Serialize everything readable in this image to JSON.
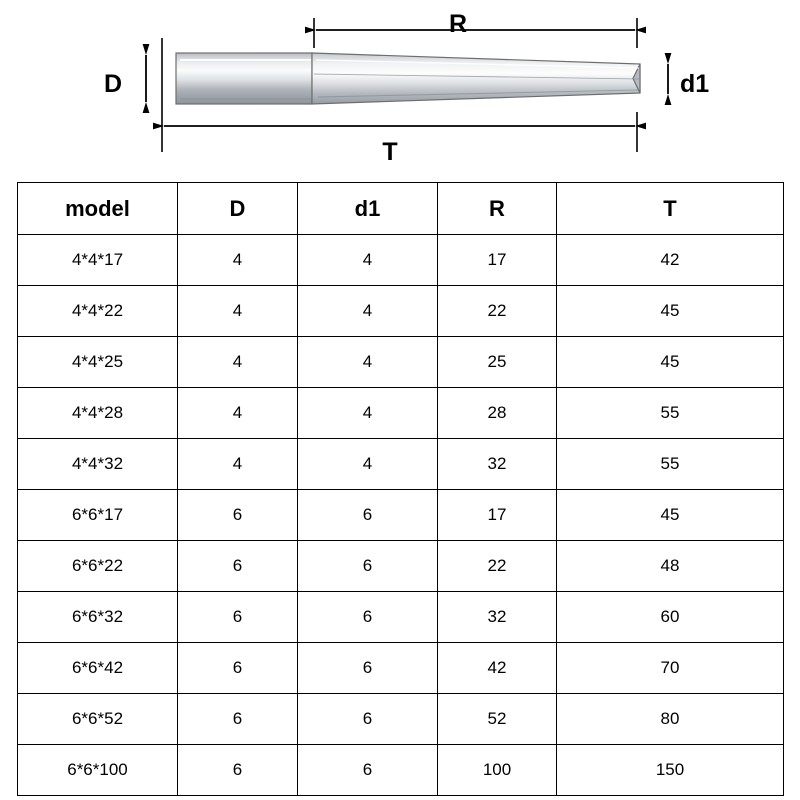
{
  "drawing": {
    "labels": {
      "R": "R",
      "T": "T",
      "D": "D",
      "d1": "d1"
    },
    "colors": {
      "outline": "#6e6e6e",
      "dimension_line": "#000000",
      "body_light": "#f2f3f5",
      "body_mid": "#c9ccd1",
      "body_dark": "#9aa0a6"
    }
  },
  "table": {
    "headers": [
      "model",
      "D",
      "d1",
      "R",
      "T"
    ],
    "rows": [
      [
        "4*4*17",
        "4",
        "4",
        "17",
        "42"
      ],
      [
        "4*4*22",
        "4",
        "4",
        "22",
        "45"
      ],
      [
        "4*4*25",
        "4",
        "4",
        "25",
        "45"
      ],
      [
        "4*4*28",
        "4",
        "4",
        "28",
        "55"
      ],
      [
        "4*4*32",
        "4",
        "4",
        "32",
        "55"
      ],
      [
        "6*6*17",
        "6",
        "6",
        "17",
        "45"
      ],
      [
        "6*6*22",
        "6",
        "6",
        "22",
        "48"
      ],
      [
        "6*6*32",
        "6",
        "6",
        "32",
        "60"
      ],
      [
        "6*6*42",
        "6",
        "6",
        "42",
        "70"
      ],
      [
        "6*6*52",
        "6",
        "6",
        "52",
        "80"
      ],
      [
        "6*6*100",
        "6",
        "6",
        "100",
        "150"
      ]
    ]
  }
}
